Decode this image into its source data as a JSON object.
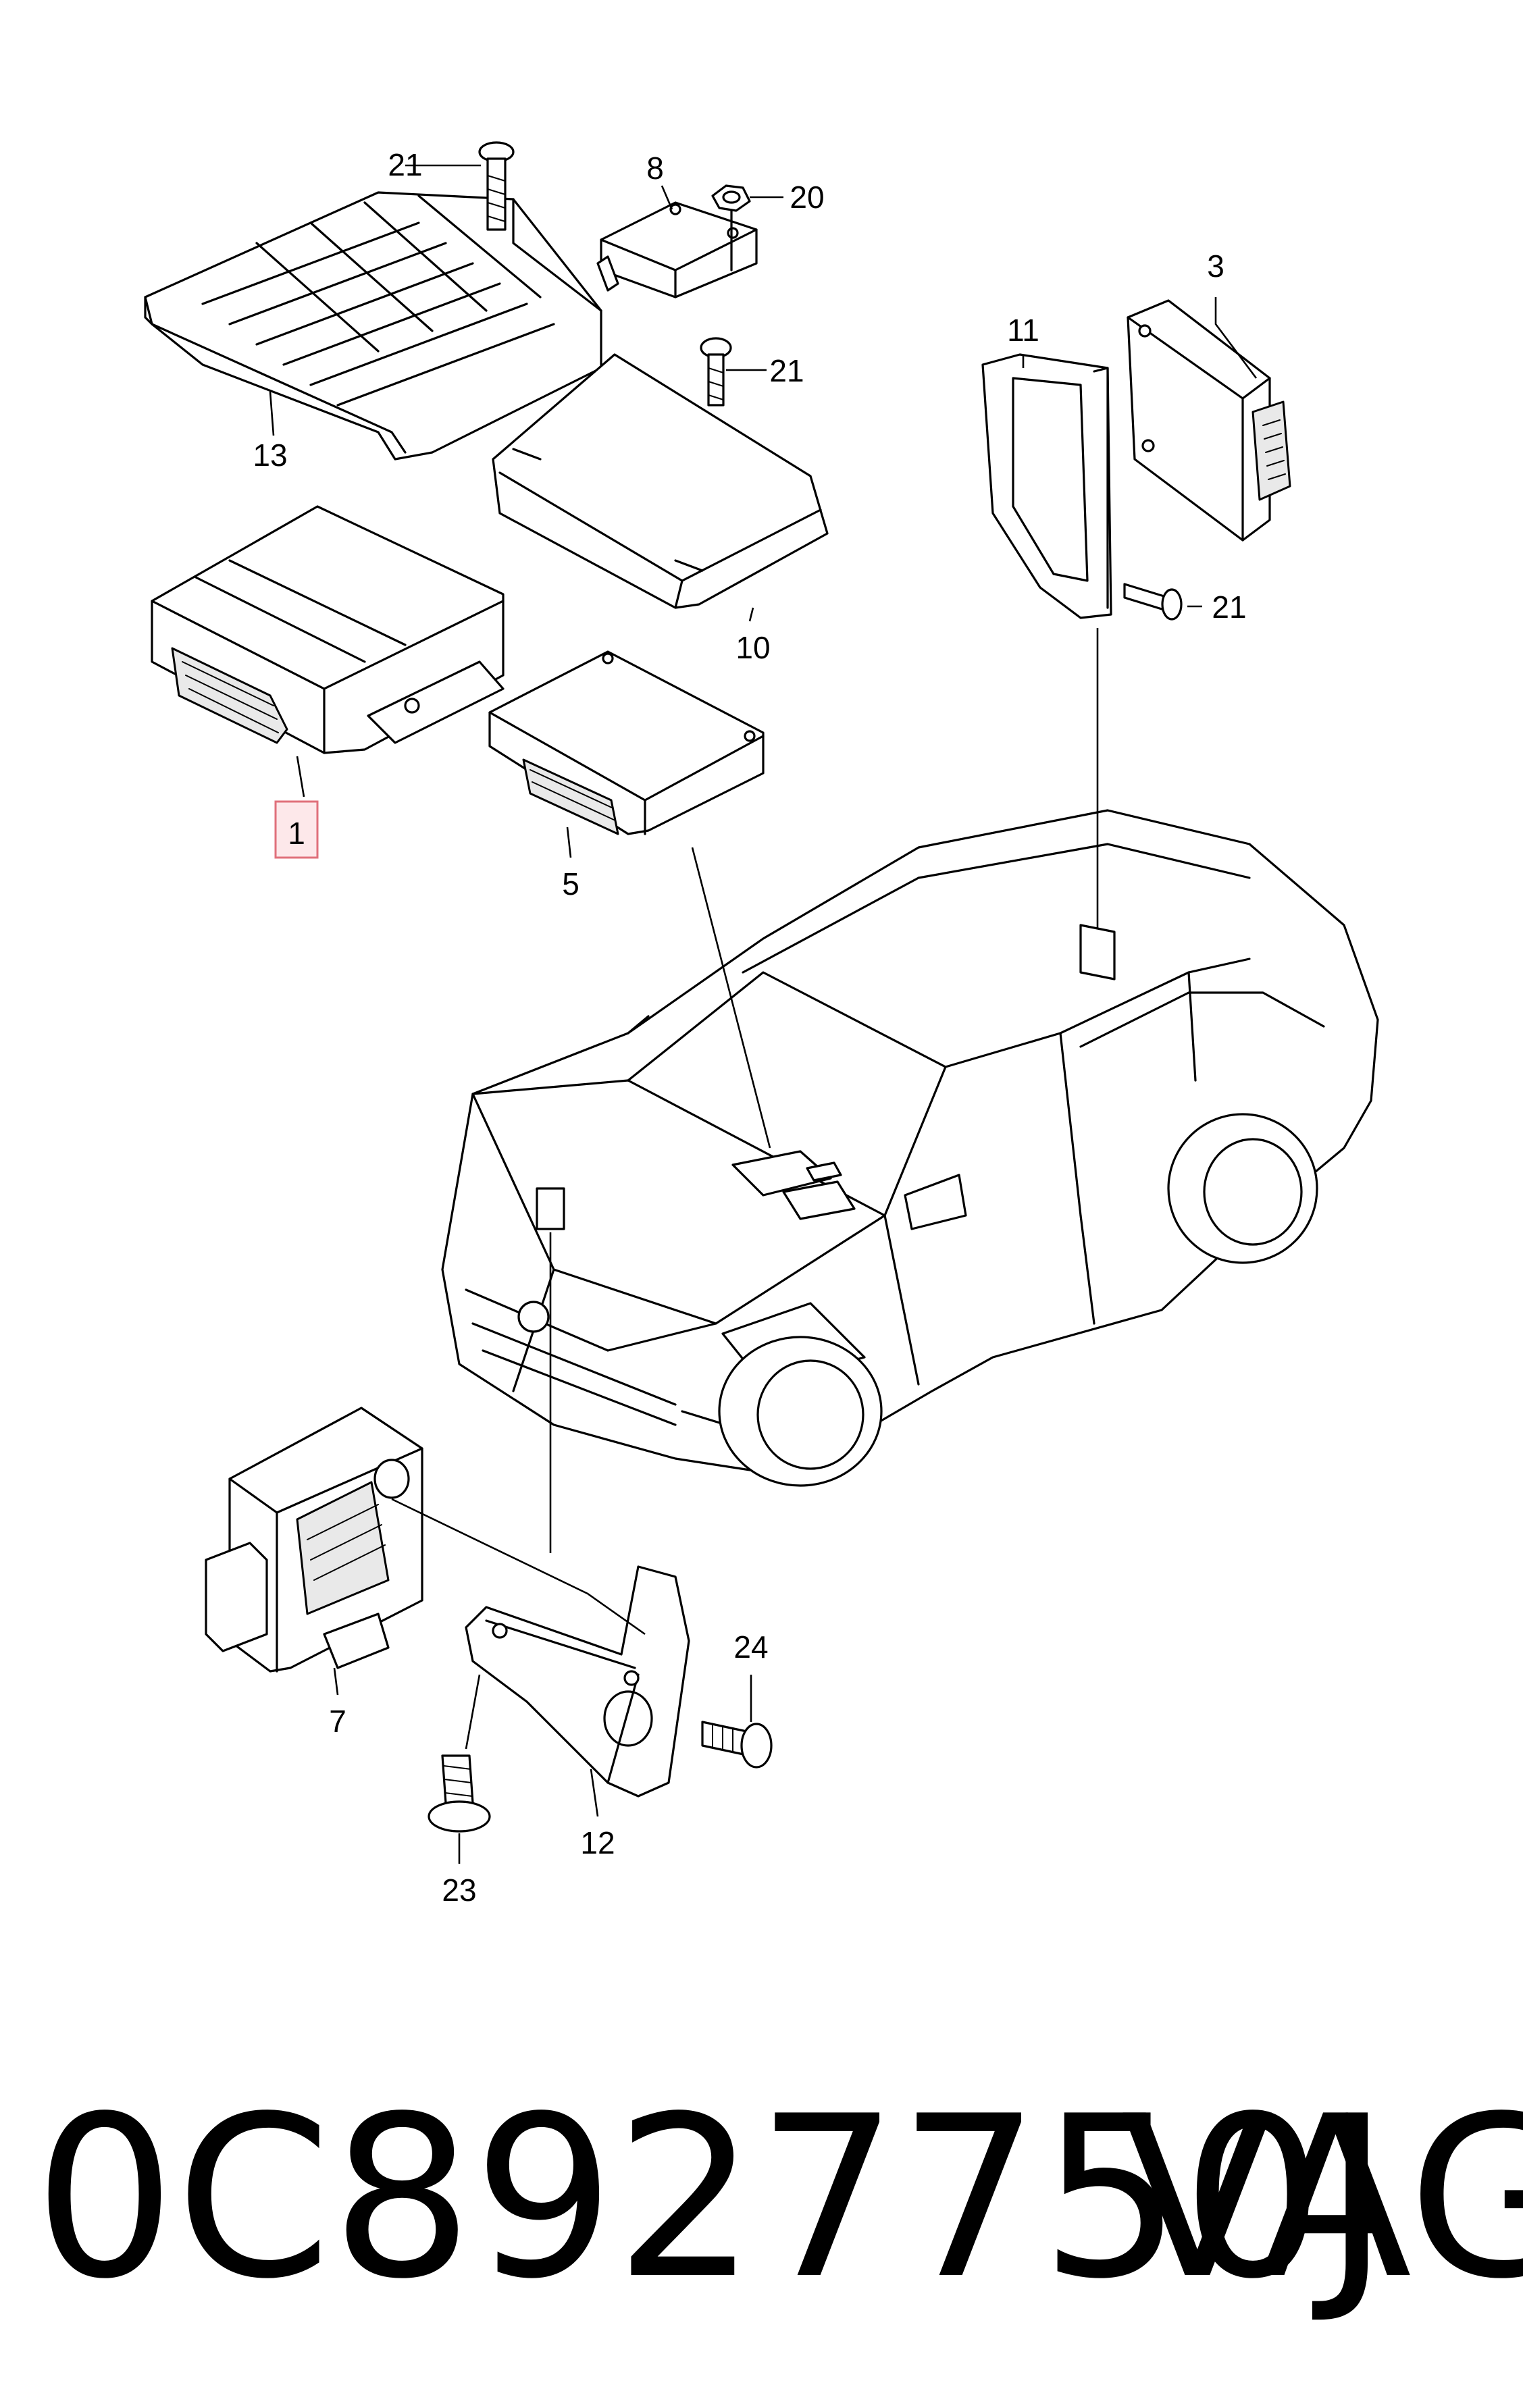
{
  "callouts": {
    "c1": "1",
    "c3": "3",
    "c5": "5",
    "c7": "7",
    "c8": "8",
    "c10": "10",
    "c11": "11",
    "c12": "12",
    "c13": "13",
    "c20": "20",
    "c21a": "21",
    "c21b": "21",
    "c21c": "21",
    "c23": "23",
    "c24": "24"
  },
  "highlighted_callout": "1",
  "colors": {
    "highlight_fill": "#fde8ea",
    "highlight_stroke": "#e0707b",
    "line": "#000000"
  },
  "footer": {
    "part_number": "0C8927750J",
    "brand": "VAG"
  }
}
